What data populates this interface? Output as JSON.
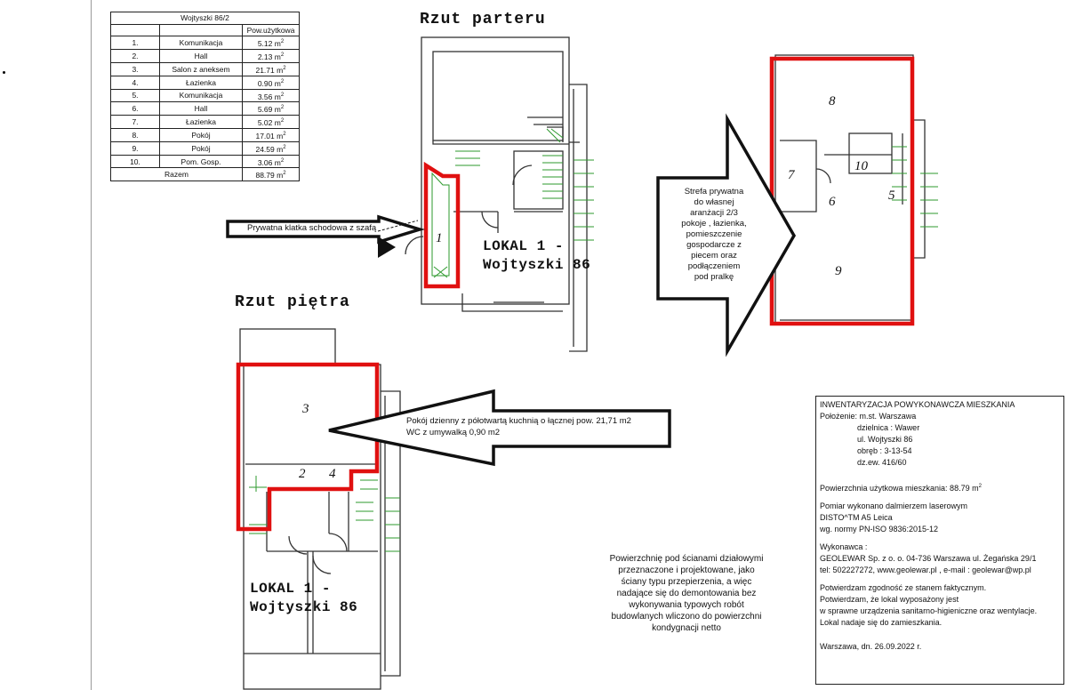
{
  "area_table": {
    "title": "Wojtyszki 86/2",
    "column_header": "Pow.użytkowa",
    "rows": [
      {
        "no": "1.",
        "name": "Komunikacja",
        "area": "5.12 m",
        "unit_sup": "2"
      },
      {
        "no": "2.",
        "name": "Hall",
        "area": "2.13 m",
        "unit_sup": "2"
      },
      {
        "no": "3.",
        "name": "Salon z aneksem",
        "area": "21.71 m",
        "unit_sup": "2"
      },
      {
        "no": "4.",
        "name": "Łazienka",
        "area": "0.90 m",
        "unit_sup": "2"
      },
      {
        "no": "5.",
        "name": "Komunikacja",
        "area": "3.56 m",
        "unit_sup": "2"
      },
      {
        "no": "6.",
        "name": "Hall",
        "area": "5.69 m",
        "unit_sup": "2"
      },
      {
        "no": "7.",
        "name": "Łazienka",
        "area": "5.02 m",
        "unit_sup": "2"
      },
      {
        "no": "8.",
        "name": "Pokój",
        "area": "17.01 m",
        "unit_sup": "2"
      },
      {
        "no": "9.",
        "name": "Pokój",
        "area": "24.59 m",
        "unit_sup": "2"
      },
      {
        "no": "10.",
        "name": "Pom. Gosp.",
        "area": "3.06 m",
        "unit_sup": "2"
      }
    ],
    "total_label": "Razem",
    "total_area": "88.79 m",
    "total_sup": "2"
  },
  "plans": {
    "ground_title": "Rzut parteru",
    "upper_title": "Rzut piętra",
    "lokal_line1": "LOKAL 1 -",
    "lokal_line2": "Wojtyszki 86",
    "rooms": [
      "1",
      "2",
      "3",
      "4",
      "5",
      "6",
      "7",
      "8",
      "9",
      "10"
    ]
  },
  "arrows": {
    "staircase_label": "Prywatna klatka schodowa z szafą",
    "upper_label_line1": "Pokój dzienny z półotwartą kuchnią o łącznej pow. 21,71 m2",
    "upper_label_line2": "WC z umywalką  0,90 m2",
    "private_zone_lines": [
      "Strefa prywatna",
      "do własnej",
      "aranżacji 2/3",
      "pokoje , łazienka,",
      "pomieszczenie",
      "gospodarcze z",
      "piecem oraz",
      "podłączeniem",
      "pod pralkę"
    ]
  },
  "note_lines": [
    "Powierzchnię pod ścianami działowymi",
    "przeznaczone i projektowane, jako",
    "ściany typu przepierzenia, a więc",
    "nadające się do  demontowania bez",
    "wykonywania typowych robót",
    "budowlanych wliczono do powierzchni",
    "kondygnacji netto"
  ],
  "inventory": {
    "title": "INWENTARYZACJA  POWYKONAWCZA MIESZKANIA",
    "location": "Położenie: m.st. Warszawa",
    "district": "dzielnica : Wawer",
    "street": "ul. Wojtyszki 86",
    "precinct": "obręb : 3-13-54",
    "parcel": "dz.ew. 416/60",
    "usable_area": "Powierzchnia użytkowa mieszkania: 88.79 m",
    "usable_area_sup": "2",
    "measure_line1": "Pomiar wykonano dalmierzem laserowym",
    "measure_line2": "DISTO^TM A5  Leica",
    "measure_line3": "wg. normy PN-ISO 9836:2015-12",
    "contractor_label": "Wykonawca :",
    "contractor_line1": "GEOLEWAR Sp.  z o. o. 04-736 Warszawa  ul. Żegańska 29/1",
    "contractor_line2": "tel: 502227272, www.geolewar.pl , e-mail : geolewar@wp.pl",
    "confirm_line1": "Potwierdzam zgodność ze stanem faktycznym.",
    "confirm_line2": "Potwierdzam, że lokal wyposażony jest",
    "confirm_line3": "w sprawne urządzenia sanitarno-higieniczne oraz wentylacje.",
    "confirm_line4": "Lokal nadaje się do zamieszkania.",
    "date_line": "Warszawa, dn. 26.09.2022 r."
  },
  "colors": {
    "highlight": "#e01010",
    "line": "#333333",
    "stair": "#2e9a2e"
  }
}
